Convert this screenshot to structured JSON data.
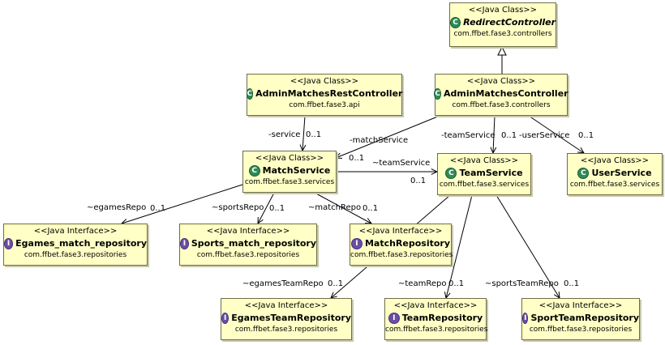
{
  "nodes": [
    {
      "id": "redirect",
      "stereotype": "<<Java Class>>",
      "icon": "class-icon",
      "icon_glyph": "C",
      "name": "RedirectController",
      "abstract": true,
      "package": "com.ffbet.fase3.controllers"
    },
    {
      "id": "adminMatchesController",
      "stereotype": "<<Java Class>>",
      "icon": "class-icon",
      "icon_glyph": "C",
      "name": "AdminMatchesController",
      "abstract": false,
      "package": "com.ffbet.fase3.controllers"
    },
    {
      "id": "adminMatchesRest",
      "stereotype": "<<Java Class>>",
      "icon": "class-icon",
      "icon_glyph": "C",
      "name": "AdminMatchesRestController",
      "abstract": false,
      "package": "com.ffbet.fase3.api"
    },
    {
      "id": "matchService",
      "stereotype": "<<Java Class>>",
      "icon": "class-icon",
      "icon_glyph": "C",
      "name": "MatchService",
      "abstract": false,
      "package": "com.ffbet.fase3.services"
    },
    {
      "id": "teamService",
      "stereotype": "<<Java Class>>",
      "icon": "class-icon",
      "icon_glyph": "C",
      "name": "TeamService",
      "abstract": false,
      "package": "com.ffbet.fase3.services"
    },
    {
      "id": "userService",
      "stereotype": "<<Java Class>>",
      "icon": "class-icon",
      "icon_glyph": "C",
      "name": "UserService",
      "abstract": false,
      "package": "com.ffbet.fase3.services"
    },
    {
      "id": "egamesMatchRepo",
      "stereotype": "<<Java Interface>>",
      "icon": "interface-icon",
      "icon_glyph": "I",
      "name": "Egames_match_repository",
      "abstract": false,
      "package": "com.ffbet.fase3.repositories"
    },
    {
      "id": "sportsMatchRepo",
      "stereotype": "<<Java Interface>>",
      "icon": "interface-icon",
      "icon_glyph": "I",
      "name": "Sports_match_repository",
      "abstract": false,
      "package": "com.ffbet.fase3.repositories"
    },
    {
      "id": "matchRepo",
      "stereotype": "<<Java Interface>>",
      "icon": "interface-icon",
      "icon_glyph": "I",
      "name": "MatchRepository",
      "abstract": false,
      "package": "com.ffbet.fase3.repositories"
    },
    {
      "id": "egamesTeamRepo",
      "stereotype": "<<Java Interface>>",
      "icon": "interface-icon",
      "icon_glyph": "I",
      "name": "EgamesTeamRepository",
      "abstract": false,
      "package": "com.ffbet.fase3.repositories"
    },
    {
      "id": "teamRepo",
      "stereotype": "<<Java Interface>>",
      "icon": "interface-icon",
      "icon_glyph": "I",
      "name": "TeamRepository",
      "abstract": false,
      "package": "com.ffbet.fase3.repositories"
    },
    {
      "id": "sportTeamRepo",
      "stereotype": "<<Java Interface>>",
      "icon": "interface-icon",
      "icon_glyph": "I",
      "name": "SportTeamRepository",
      "abstract": false,
      "package": "com.ffbet.fase3.repositories"
    }
  ],
  "edges": [
    {
      "id": "e1",
      "from": "adminMatchesController",
      "to": "redirect",
      "kind": "generalization",
      "role": "",
      "multiplicity": ""
    },
    {
      "id": "e2",
      "from": "adminMatchesRest",
      "to": "matchService",
      "kind": "association",
      "role": "-service",
      "multiplicity": "0..1"
    },
    {
      "id": "e3",
      "from": "adminMatchesController",
      "to": "matchService",
      "kind": "association",
      "role": "-matchService",
      "multiplicity": "0..1"
    },
    {
      "id": "e4",
      "from": "adminMatchesController",
      "to": "teamService",
      "kind": "association",
      "role": "-teamService",
      "multiplicity": "0..1"
    },
    {
      "id": "e5",
      "from": "adminMatchesController",
      "to": "userService",
      "kind": "association",
      "role": "-userService",
      "multiplicity": "0..1"
    },
    {
      "id": "e6",
      "from": "matchService",
      "to": "teamService",
      "kind": "association",
      "role": "~teamService",
      "multiplicity": "0..1"
    },
    {
      "id": "e7",
      "from": "matchService",
      "to": "egamesMatchRepo",
      "kind": "association",
      "role": "~egamesRepo",
      "multiplicity": "0..1"
    },
    {
      "id": "e8",
      "from": "matchService",
      "to": "sportsMatchRepo",
      "kind": "association",
      "role": "~sportsRepo",
      "multiplicity": "0..1"
    },
    {
      "id": "e9",
      "from": "matchService",
      "to": "matchRepo",
      "kind": "association",
      "role": "~matchRepo",
      "multiplicity": "0..1"
    },
    {
      "id": "e10",
      "from": "teamService",
      "to": "egamesTeamRepo",
      "kind": "association",
      "role": "~egamesTeamRepo",
      "multiplicity": "0..1"
    },
    {
      "id": "e11",
      "from": "teamService",
      "to": "teamRepo",
      "kind": "association",
      "role": "~teamRepo",
      "multiplicity": "0..1"
    },
    {
      "id": "e12",
      "from": "teamService",
      "to": "sportTeamRepo",
      "kind": "association",
      "role": "~sportsTeamRepo",
      "multiplicity": "0..1"
    }
  ],
  "colors": {
    "node_fill": "#ffffc6",
    "node_border": "#6e6e44",
    "edge": "#000000",
    "class_icon": "#2e8b57",
    "interface_icon": "#6a4fa3"
  }
}
